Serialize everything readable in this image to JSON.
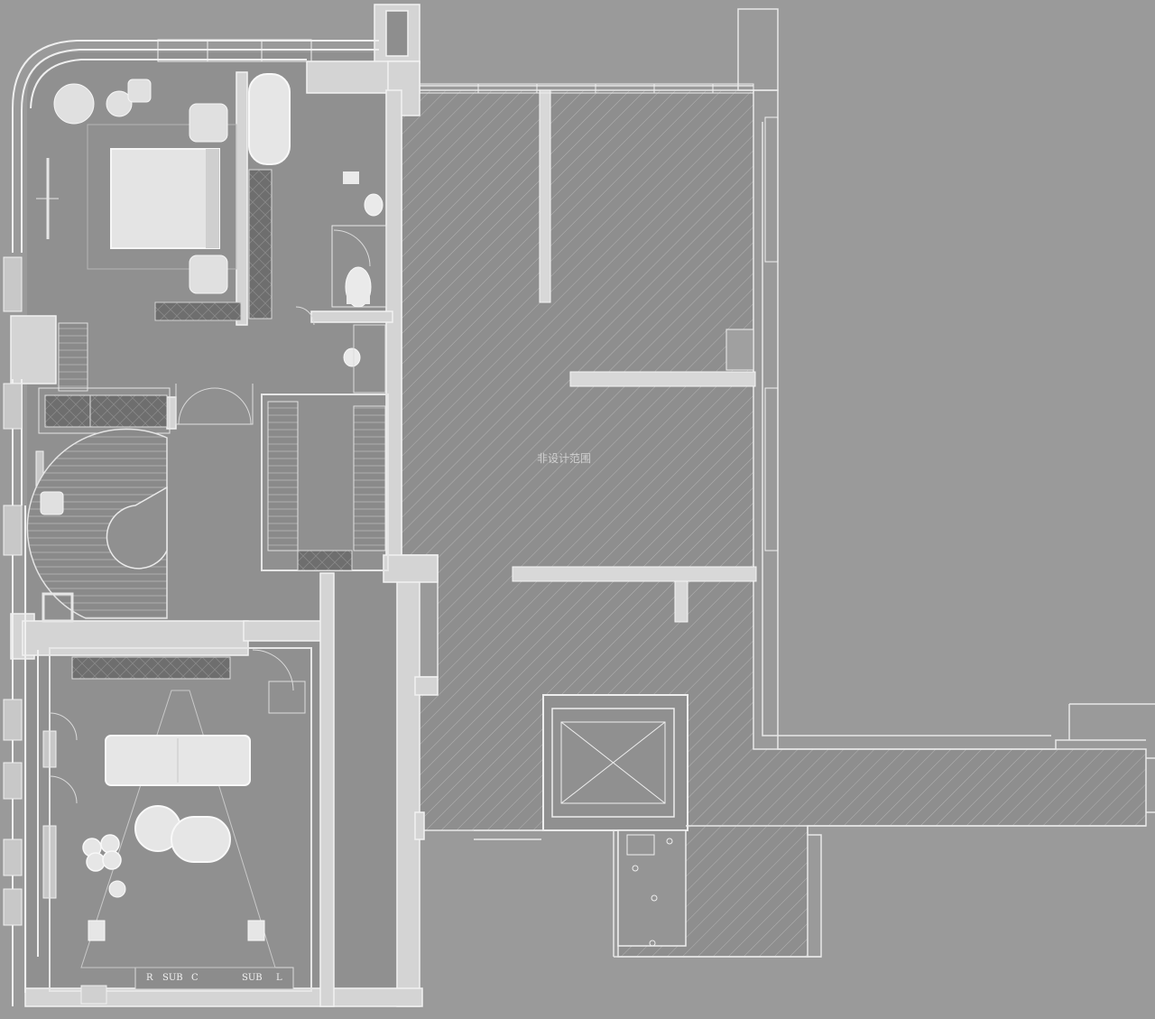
{
  "plan": {
    "hatched_area_label": "非设计范围",
    "speaker_labels": [
      "R",
      "SUB",
      "C",
      "SUB",
      "L"
    ]
  },
  "colors": {
    "background": "#9a9a9a",
    "floor": "#8f8f8f",
    "wall": "#d6d6d6",
    "outline": "#f2f2f2",
    "furniture": "#e0e0e0",
    "cabinet": "#6f6f6f"
  }
}
